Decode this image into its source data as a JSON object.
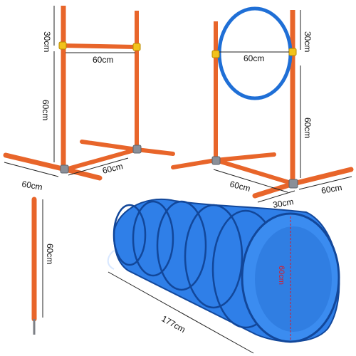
{
  "colors": {
    "pole": "#e8652a",
    "pole_dark": "#b8441a",
    "ring": "#1f6fd6",
    "tunnel": "#2f7fe8",
    "tunnel_dark": "#12479a",
    "clip": "#f2c21b",
    "base": "#8a8f98",
    "measure_line": "#222222",
    "measure_red": "#d81b2a"
  },
  "icons": {
    "hurdle": "hurdle-jump-illustration",
    "hoop": "hoop-jump-illustration",
    "pole": "weave-pole-illustration",
    "tunnel": "agility-tunnel-illustration"
  },
  "hurdle": {
    "top_height": "30cm",
    "bar_width": "60cm",
    "lower_height": "60cm",
    "base_depth": "60cm",
    "base_width": "60cm"
  },
  "hoop": {
    "top_height": "30cm",
    "ring_width": "60cm",
    "lower_height": "60cm",
    "base_width": "60cm",
    "base_depth_front": "30cm",
    "base_depth_side": "60cm"
  },
  "pole": {
    "height": "60cm"
  },
  "tunnel": {
    "length": "177cm",
    "diameter": "60cm"
  }
}
